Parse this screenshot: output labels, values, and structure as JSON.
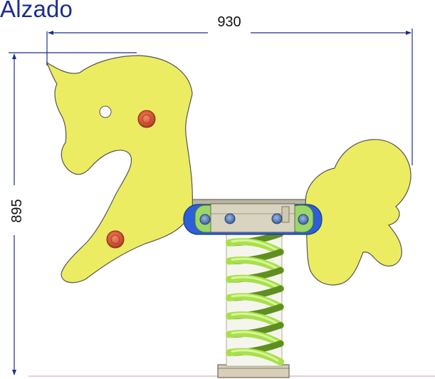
{
  "title": "Alzado",
  "dimensions": {
    "width": "930",
    "height": "895"
  },
  "colors": {
    "title": "#1c2f8c",
    "body": "#ecec62",
    "body_outline": "#555555",
    "dimension_line": "#1c2f8c",
    "spring": "#a8e04a",
    "spring_shadow": "#5f8f20",
    "handle": "#2d5fd8",
    "grip": "#9ad66a",
    "bracket": "#d9d4c0",
    "bolt_red": "#d85a3a",
    "bolt_blue": "#5a7fb8",
    "base": "#d7cfb8",
    "floor_line": "#e29aa0"
  }
}
